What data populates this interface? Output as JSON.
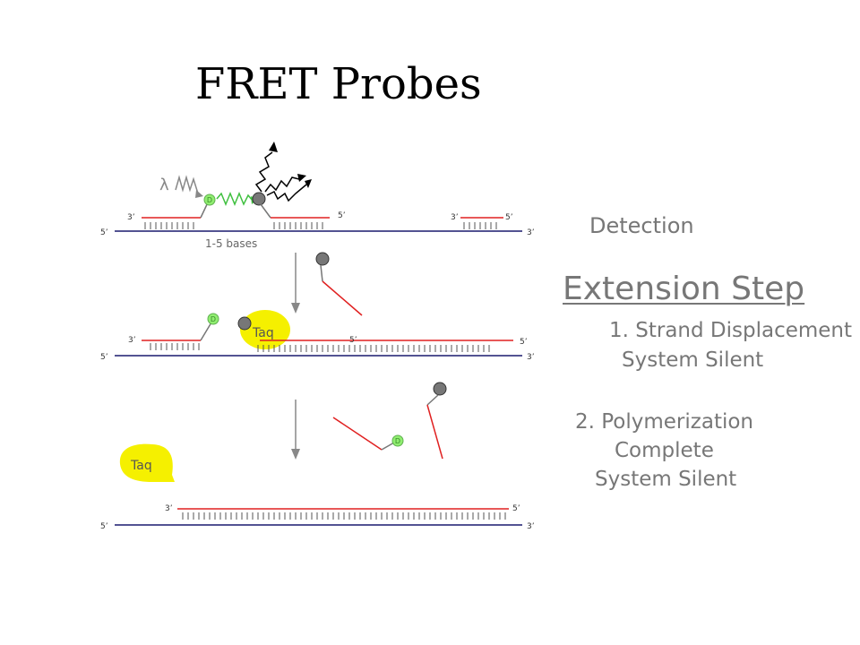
{
  "slide": {
    "title": "FRET Probes",
    "detection_label": "Detection",
    "extension_title": "Extension Step",
    "step1_line1": "1. Strand Displacement",
    "step1_line2": "System Silent",
    "step2_line1": "2. Polymerization",
    "step2_line2": "Complete",
    "step2_line3": "System Silent"
  },
  "diagram": {
    "lambda_symbol": "λ",
    "donor_label": "D",
    "spacing_label": "1-5 bases",
    "enzyme_label": "Taq",
    "prime3": "3’",
    "prime5": "5’",
    "colors": {
      "probe_red": "#e02020",
      "template_navy": "#1a1a6e",
      "donor_green": "#90ee70",
      "quencher_gray": "#777777",
      "taq_yellow": "#f5f000",
      "fret_wave_green": "#40c040",
      "arrow_gray": "#888888"
    }
  }
}
